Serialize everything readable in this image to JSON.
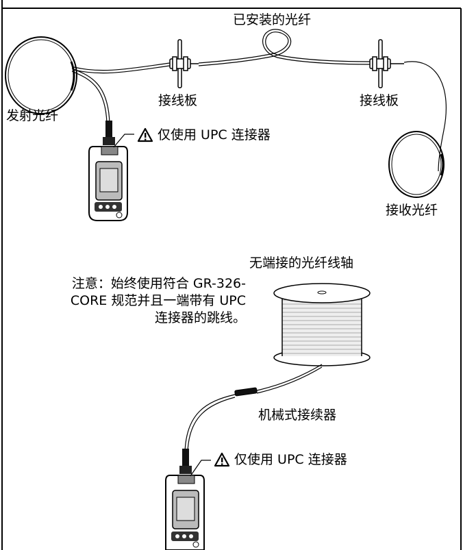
{
  "top_section": {
    "installed_fiber_label": "已安装的光纤",
    "patch_panel_left_label": "接线板",
    "patch_panel_right_label": "接线板",
    "launch_fiber_label": "发射光纤",
    "receive_fiber_label": "接收光纤",
    "warning_label": "仅使用 UPC 连接器"
  },
  "bottom_section": {
    "spool_label": "无端接的光纤线轴",
    "note_lines": [
      "注意：始终使用符合 GR-326-",
      "CORE 规范并且一端带有 UPC",
      "连接器的跳线。"
    ],
    "splice_label": "机械式接续器",
    "warning_label": "仅使用 UPC 连接器"
  },
  "icons": {
    "warning": "warning-triangle-icon"
  }
}
